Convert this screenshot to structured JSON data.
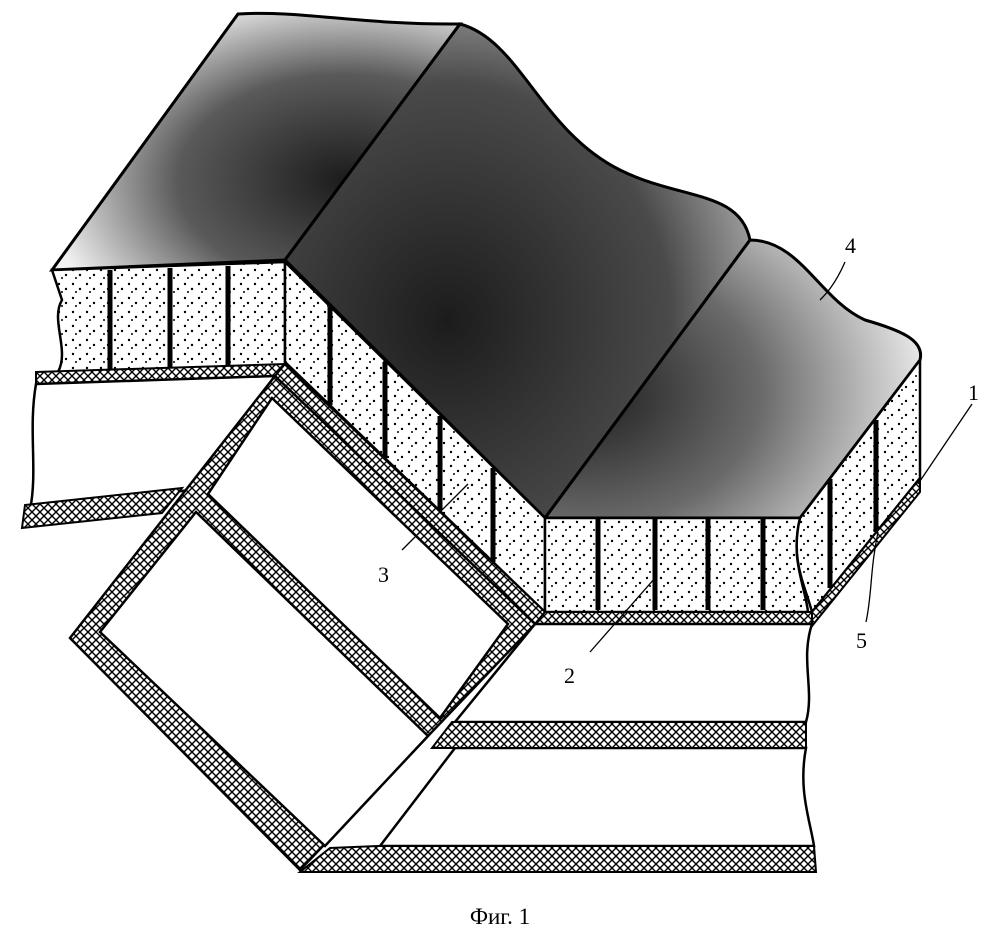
{
  "figure": {
    "caption": "Фиг. 1",
    "callouts": [
      {
        "id": "callout-1",
        "label": "1"
      },
      {
        "id": "callout-2",
        "label": "2"
      },
      {
        "id": "callout-3",
        "label": "3"
      },
      {
        "id": "callout-4",
        "label": "4"
      },
      {
        "id": "callout-5",
        "label": "5"
      }
    ],
    "colors": {
      "ink": "#000000",
      "paper": "#ffffff",
      "shade_dark": "#1c1c1c",
      "shade_light": "#f2f2f2"
    }
  }
}
